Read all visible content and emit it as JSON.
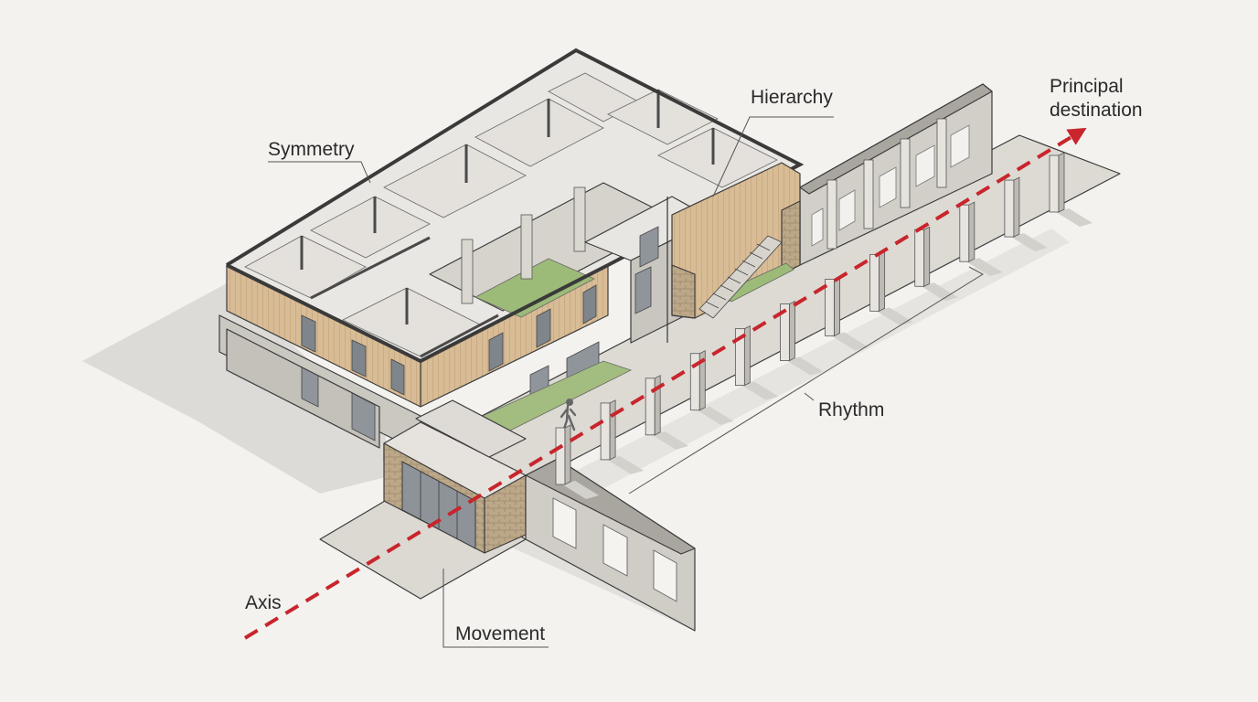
{
  "labels": {
    "symmetry": "Symmetry",
    "hierarchy": "Hierarchy",
    "principal_destination_line1": "Principal",
    "principal_destination_line2": "destination",
    "rhythm": "Rhythm",
    "axis": "Axis",
    "movement": "Movement"
  },
  "colors": {
    "background": "#f3f2ef",
    "axis_arrow": "#c8252c",
    "timber_cladding": "#d9bd97",
    "concrete": "#c9c6c0",
    "stone": "#b9a486",
    "lawn": "#9dbb78",
    "shadow": "#dcdad6"
  }
}
